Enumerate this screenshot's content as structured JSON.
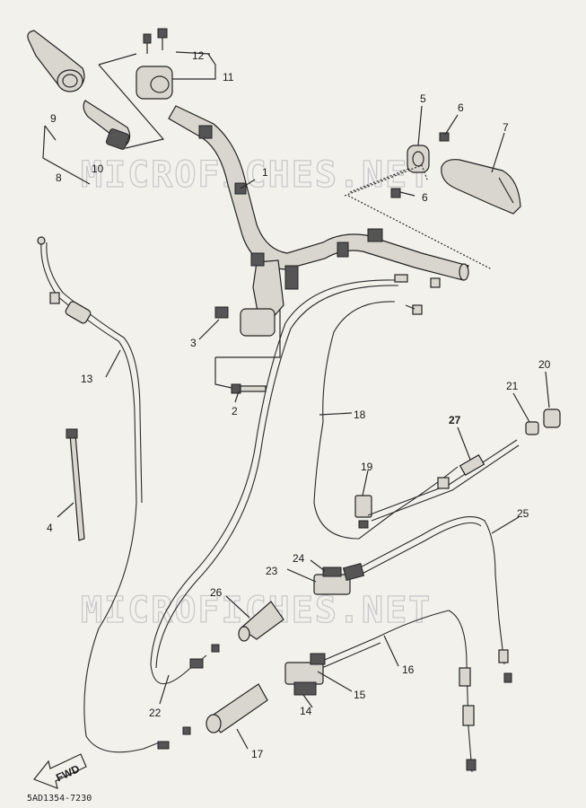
{
  "watermark": "MICROFICHES.NET",
  "drawing_code": "5AD1354-7230",
  "arrow_label": "FWD",
  "callouts": [
    "1",
    "2",
    "3",
    "4",
    "5",
    "6",
    "6",
    "7",
    "8",
    "9",
    "10",
    "11",
    "12",
    "13",
    "14",
    "15",
    "16",
    "17",
    "18",
    "19",
    "20",
    "21",
    "22",
    "23",
    "24",
    "25",
    "26",
    "27"
  ],
  "colors": {
    "paper": "#f3f1ec",
    "ink": "#2a2a2a",
    "watermark": "#c9c9c9"
  }
}
